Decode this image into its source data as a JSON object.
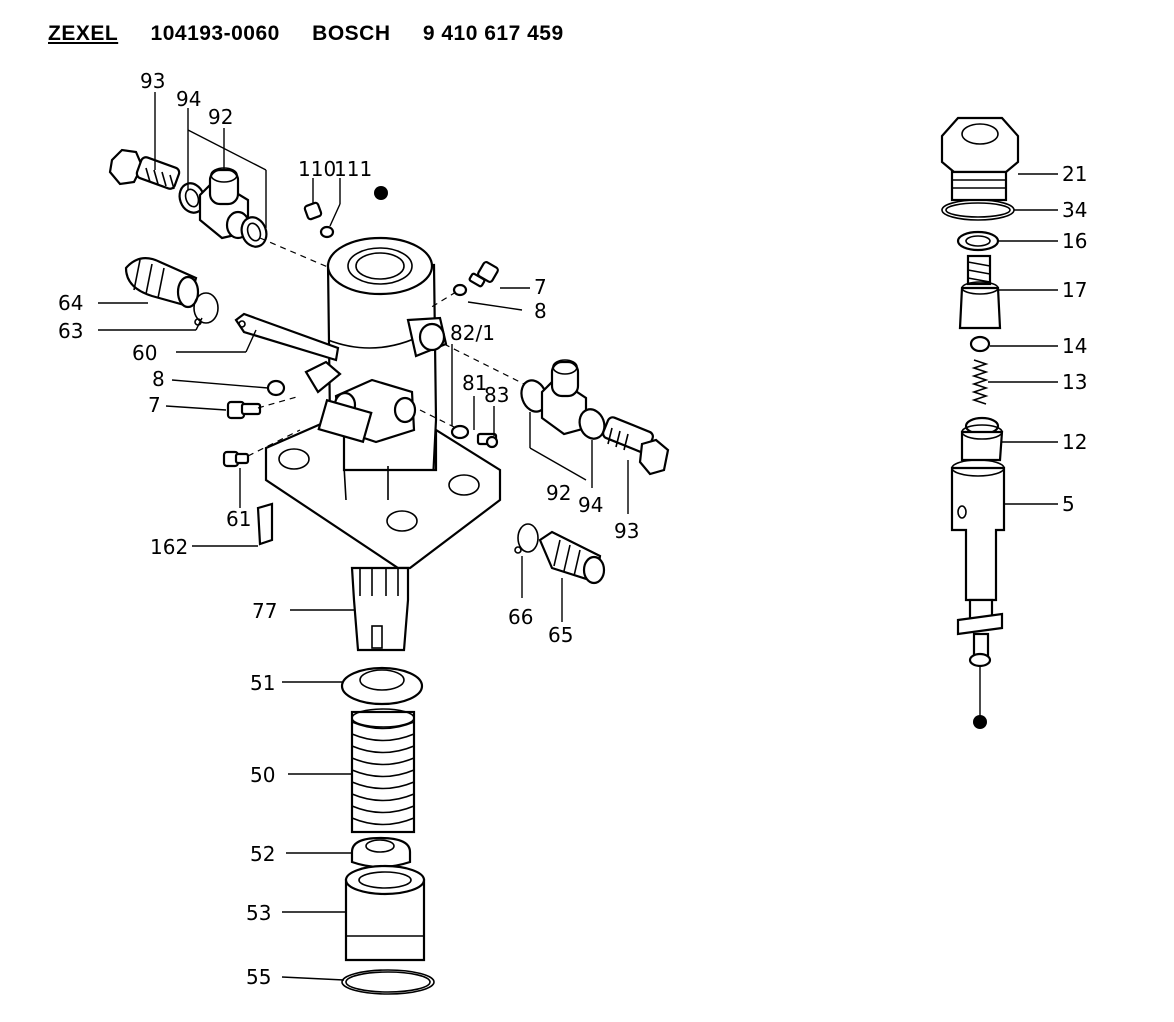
{
  "header": {
    "brand1": "ZEXEL",
    "part1": "104193-0060",
    "brand2": "BOSCH",
    "part2": "9 410 617 459"
  },
  "labels": {
    "l93a": "93",
    "l94a": "94",
    "l92a": "92",
    "l110": "110",
    "l111": "111",
    "l64": "64",
    "l63": "63",
    "l60": "60",
    "l8a": "8",
    "l7a": "7",
    "l7b": "7",
    "l8b": "8",
    "l821": "82/1",
    "l81": "81",
    "l83": "83",
    "l92b": "92",
    "l94b": "94",
    "l93b": "93",
    "l61": "61",
    "l162": "162",
    "l66": "66",
    "l65": "65",
    "l77": "77",
    "l51": "51",
    "l50": "50",
    "l52": "52",
    "l53": "53",
    "l55": "55",
    "l21": "21",
    "l34": "34",
    "l16": "16",
    "l17": "17",
    "l14": "14",
    "l13": "13",
    "l12": "12",
    "l5": "5"
  }
}
